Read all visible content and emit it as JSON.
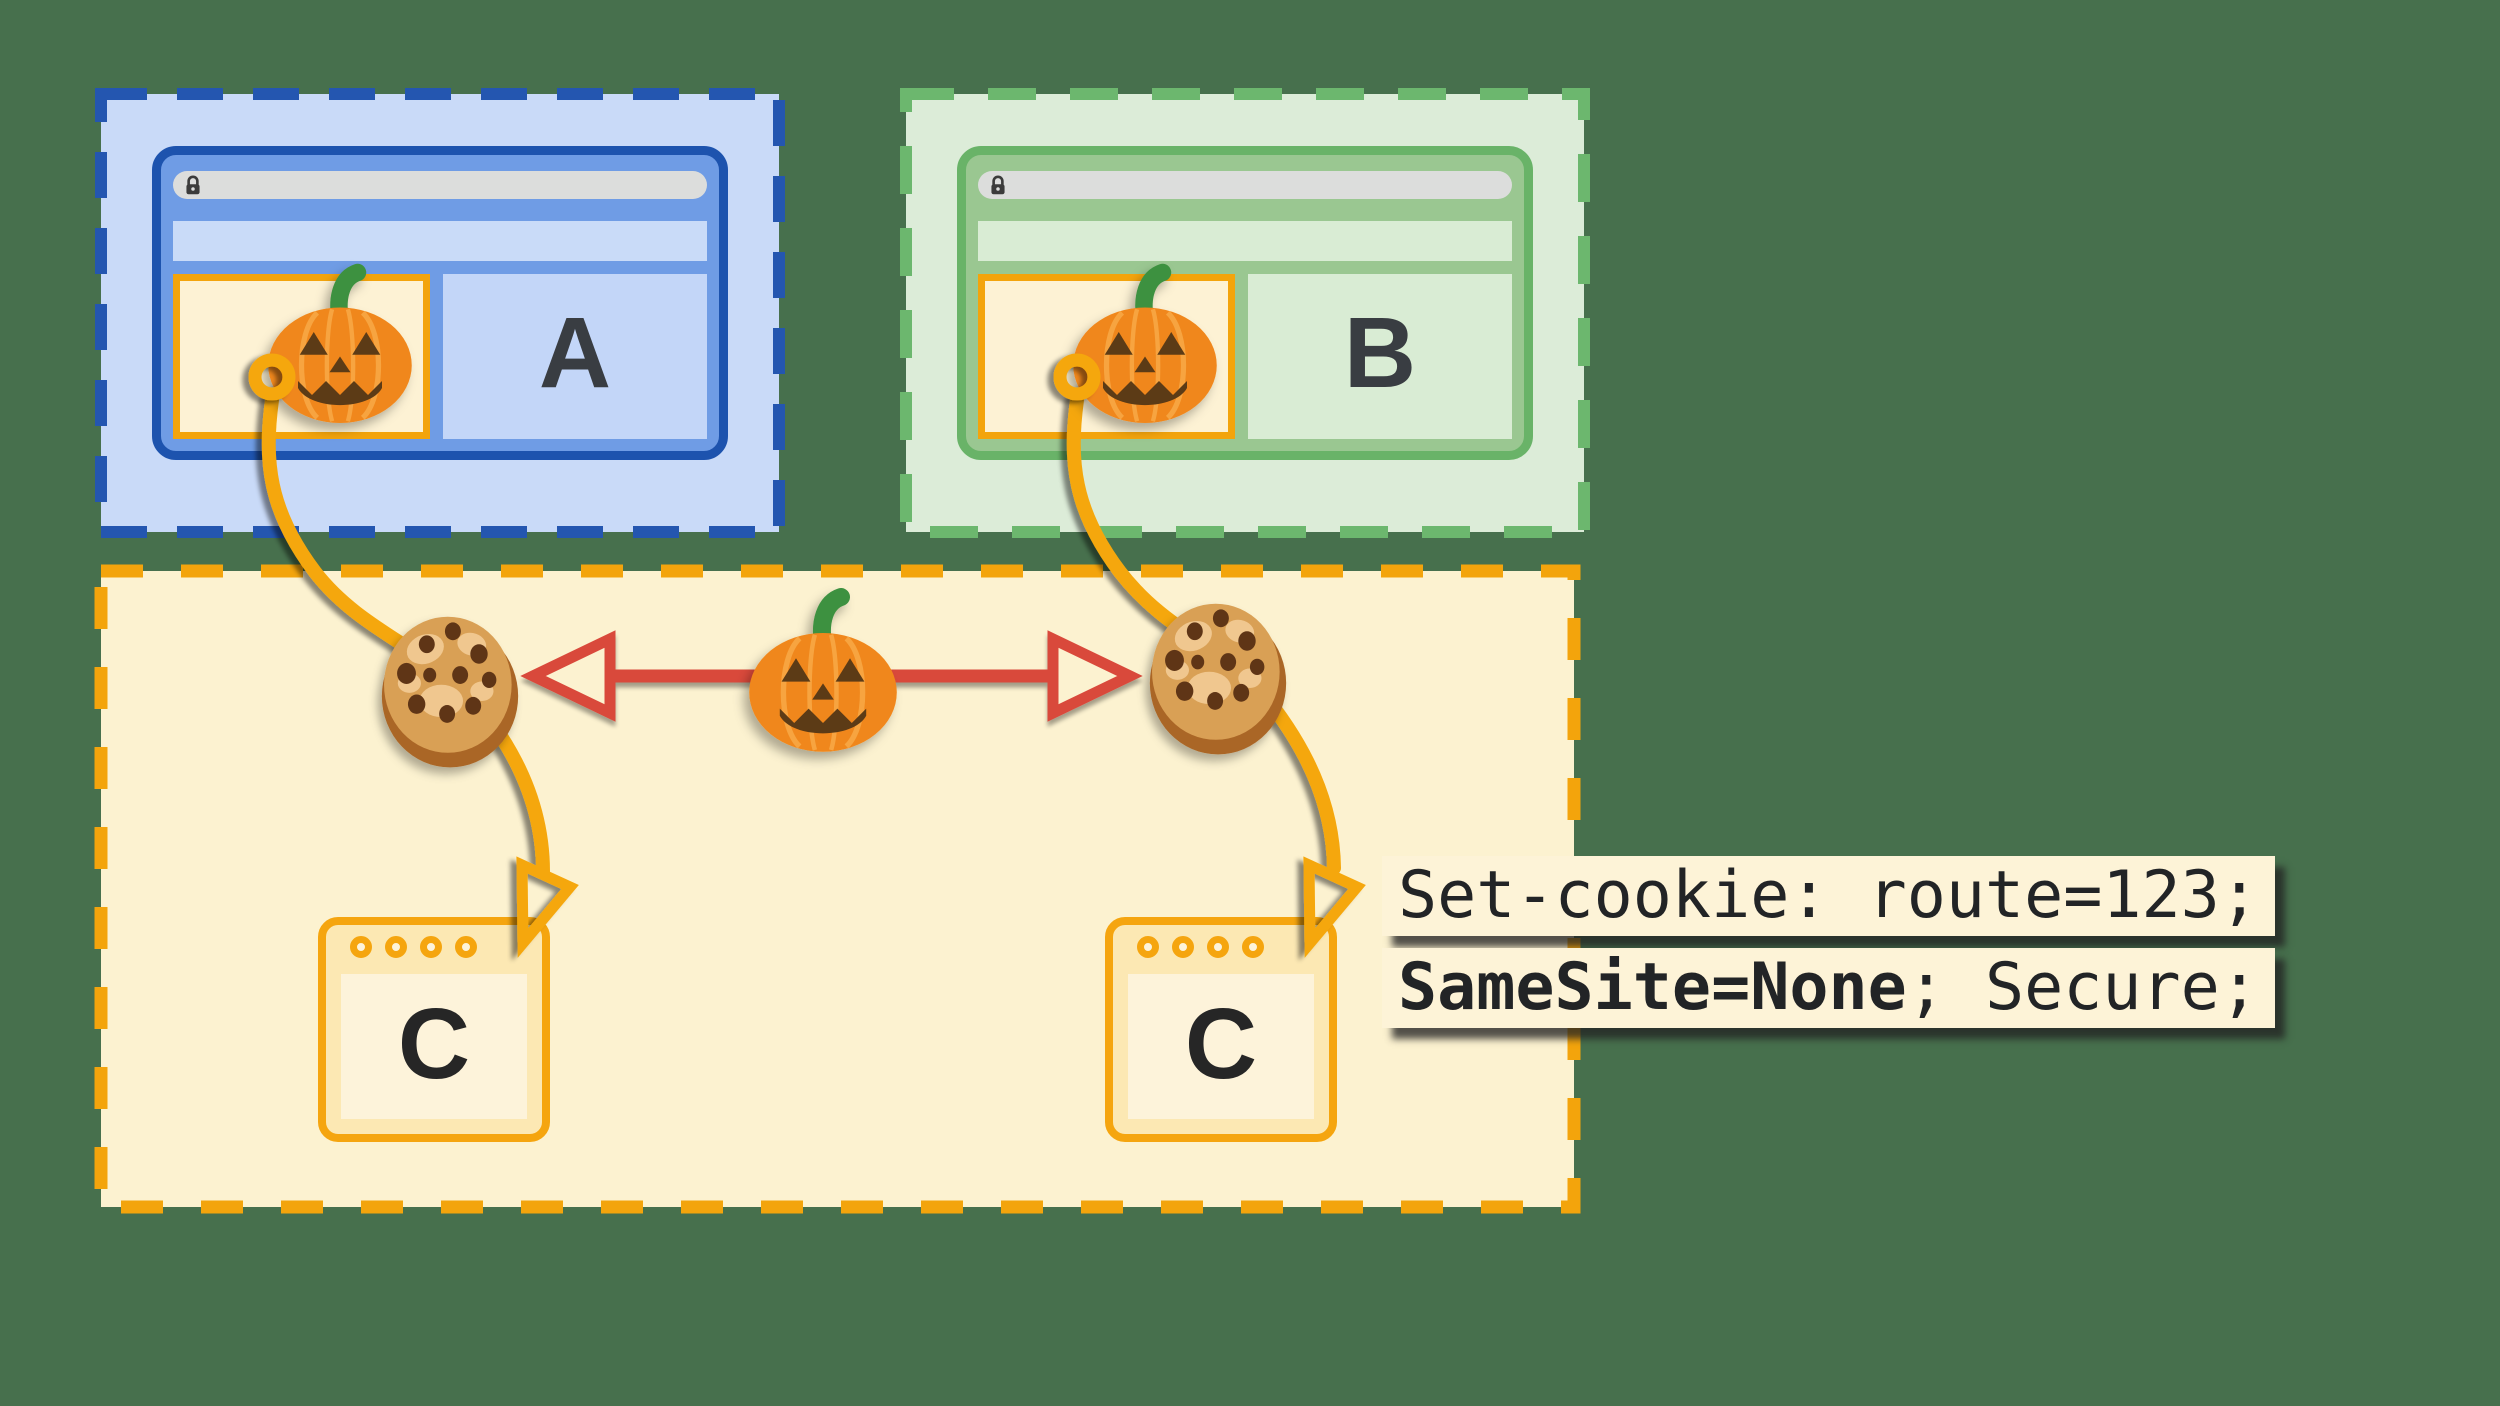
{
  "site_a": {
    "label": "A",
    "frame_color": "#2456b0",
    "window_border_color": "#1d53ae",
    "window_background": "#6f9ce5",
    "panel_background": "#c3d6f8",
    "url_bar_text": ""
  },
  "site_b": {
    "label": "B",
    "frame_color": "#6cb76e",
    "window_border_color": "#69b368",
    "window_background": "#9ac791",
    "panel_background": "#d9ecd4",
    "url_bar_text": ""
  },
  "third_party_zone": {
    "frame_color": "#f3a40c",
    "background": "#fcf2d0",
    "server_window_left_label": "C",
    "server_window_right_label": "C",
    "server_window_border_color": "#f5a50f"
  },
  "code_annotation": {
    "line1": "Set-cookie: route=123;",
    "line2_bold": "SameSite=None",
    "line2_rest": "; Secure;",
    "background": "#fdf3d7",
    "text_color": "#222426"
  },
  "icons": {
    "lock": "lock-icon in url bar",
    "pumpkin": "jack-o-lantern third-party content",
    "cookie": "chocolate-chip cookie (HTTP cookie)",
    "loop_ring": "thread loop attached to embedded pumpkin",
    "flow_arrow": "orange curved arrow from iframe to third-party server",
    "blocked_link_arrow": "red double-headed arrow between the two cookies"
  },
  "colors": {
    "page_background": "#47704d",
    "connector_orange": "#f5a70a",
    "red_arrow": "#d9483b",
    "iframe_border": "#f3a40c",
    "iframe_fill": "#fdf2d4",
    "url_bar_fill": "#dcdddc"
  }
}
